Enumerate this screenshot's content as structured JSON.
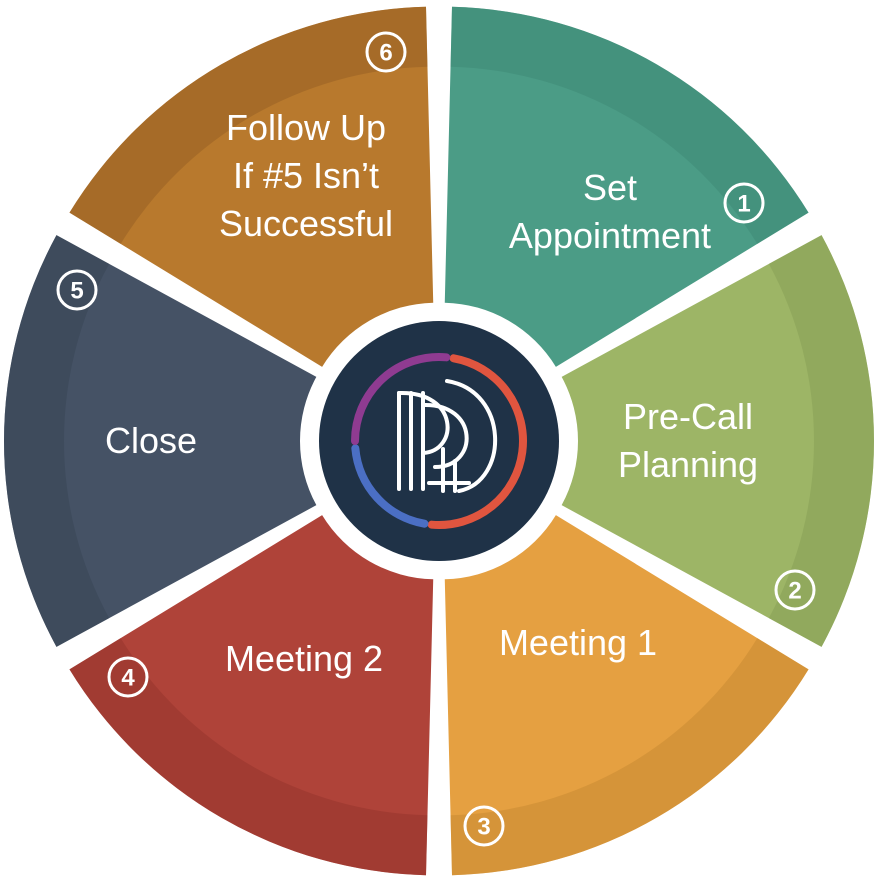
{
  "segments": [
    {
      "number": "1",
      "lines": [
        "Set",
        "Appointment"
      ],
      "color": "#4b9c86",
      "shade": "#3f8a76"
    },
    {
      "number": "2",
      "lines": [
        "Pre-Call",
        "Planning"
      ],
      "color": "#9db566",
      "shade": "#879f55"
    },
    {
      "number": "3",
      "lines": [
        "Meeting 1"
      ],
      "color": "#e5a041",
      "shade": "#c98a33"
    },
    {
      "number": "4",
      "lines": [
        "Meeting 2"
      ],
      "color": "#af4339",
      "shade": "#95352d"
    },
    {
      "number": "5",
      "lines": [
        "Close"
      ],
      "color": "#455265",
      "shade": "#394556"
    },
    {
      "number": "6",
      "lines": [
        "Follow Up",
        "If #5 Isn’t",
        "Successful"
      ],
      "color": "#b8792d",
      "shade": "#976024"
    }
  ],
  "hub": {
    "icon": "ring-monogram-logo",
    "background": "#1f3247",
    "ring_colors": [
      "#e0553f",
      "#4b6fc4",
      "#8f3b91"
    ]
  }
}
